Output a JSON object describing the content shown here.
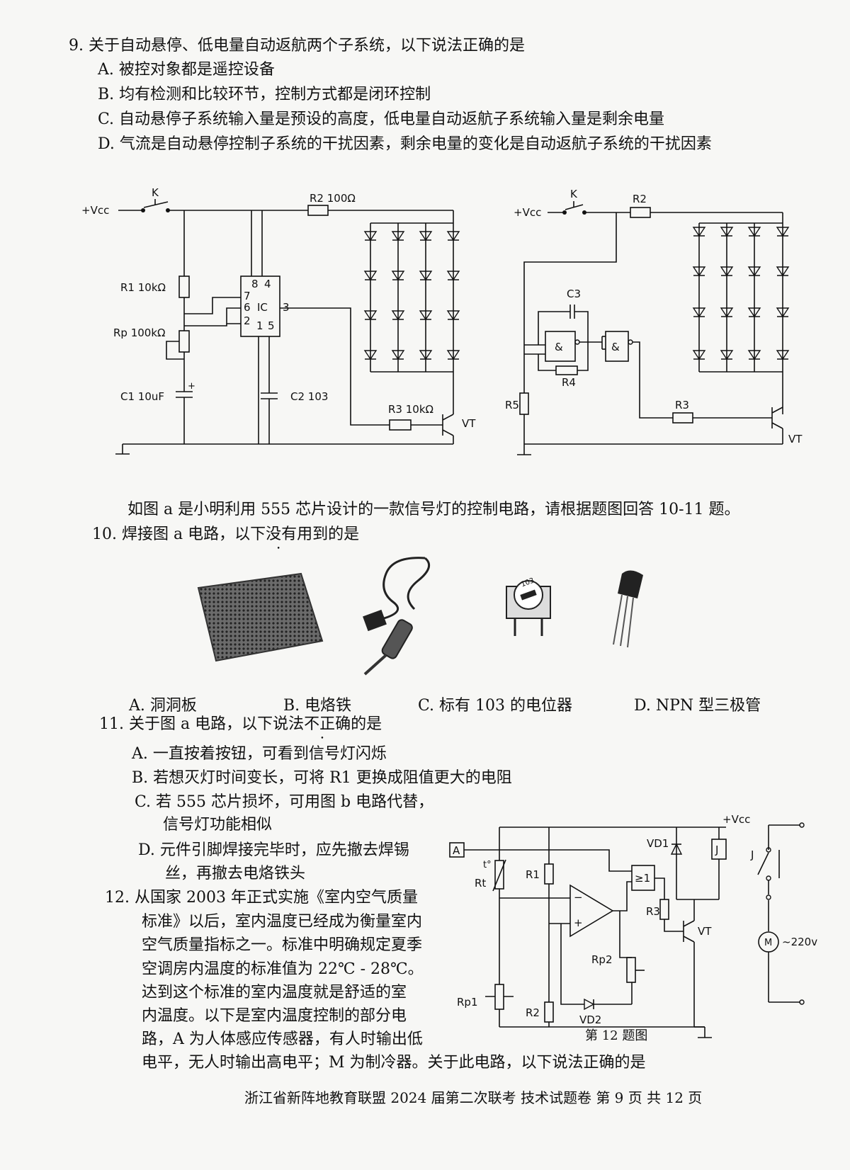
{
  "q9": {
    "stem": "9. 关于自动悬停、低电量自动返航两个子系统，以下说法正确的是",
    "a": "A. 被控对象都是遥控设备",
    "b": "B. 均有检测和比较环节，控制方式都是闭环控制",
    "c": "C. 自动悬停子系统输入量是预设的高度，低电量自动返航子系统输入量是剩余电量",
    "d": "D. 气流是自动悬停控制子系统的干扰因素，剩余电量的变化是自动返航子系统的干扰因素"
  },
  "circuit_a": {
    "vcc": "+Vcc",
    "k": "K",
    "r2": "R2 100Ω",
    "r1": "R1 10kΩ",
    "rp": "Rp 100kΩ",
    "c1": "C1 10uF",
    "c2": "C2 103",
    "r3": "R3 10kΩ",
    "vt": "VT",
    "ic": "IC",
    "pins": [
      "8",
      "4",
      "7",
      "6",
      "2",
      "1",
      "5",
      "3"
    ]
  },
  "circuit_b": {
    "vcc": "+Vcc",
    "k": "K",
    "r2": "R2",
    "c3": "C3",
    "r4": "R4",
    "r5": "R5",
    "r3": "R3",
    "vt": "VT",
    "gate": "&"
  },
  "intro": "如图 a 是小明利用 555 芯片设计的一款信号灯的控制电路，请根据题图回答 10-11 题。",
  "q10": {
    "stem_pre": "10. 焊接图 a 电路，以下",
    "stem_em": "没有",
    "stem_post": "用到的是",
    "a": "A. 洞洞板",
    "b": "B. 电烙铁",
    "c": "C. 标有 103 的电位器",
    "d": "D. NPN 型三极管",
    "pot_mark": "103"
  },
  "q11": {
    "stem_pre": "11. 关于图 a 电路，以下说法",
    "stem_em": "不正确",
    "stem_post": "的是",
    "a": "A. 一直按着按钮，可看到信号灯闪烁",
    "b": "B. 若想灭灯时间变长，可将 R1 更换成阻值更大的电阻",
    "c1": "C. 若 555 芯片损坏，可用图 b 电路代替，",
    "c2": "信号灯功能相似",
    "d1": "D. 元件引脚焊接完毕时，应先撤去焊锡",
    "d2": "丝，再撤去电烙铁头"
  },
  "q12": {
    "lines": [
      "12. 从国家 2003 年正式实施《室内空气质量",
      "标准》以后，室内温度已经成为衡量室内",
      "空气质量指标之一。标准中明确规定夏季",
      "空调房内温度的标准值为 22℃ - 28℃。",
      "达到这个标准的室内温度就是舒适的室",
      "内温度。以下是室内温度控制的部分电",
      "路，A 为人体感应传感器，有人时输出低"
    ],
    "last": "电平，无人时输出高电平；M 为制冷器。关于此电路，以下说法正确的是"
  },
  "circuit_12": {
    "vcc": "+Vcc",
    "a": "A",
    "t": "t°",
    "rt": "Rt",
    "r1": "R1",
    "rp1": "Rp1",
    "r2": "R2",
    "rp2": "Rp2",
    "vd1": "VD1",
    "vd2": "VD2",
    "j": "J",
    "r3": "R3",
    "vt": "VT",
    "gate": "≥1",
    "m": "M",
    "ac": "~220v",
    "minus": "−",
    "plus": "+",
    "caption": "第 12 题图"
  },
  "footer": "浙江省新阵地教育联盟 2024 届第二次联考   技术试题卷   第 9 页 共 12 页"
}
